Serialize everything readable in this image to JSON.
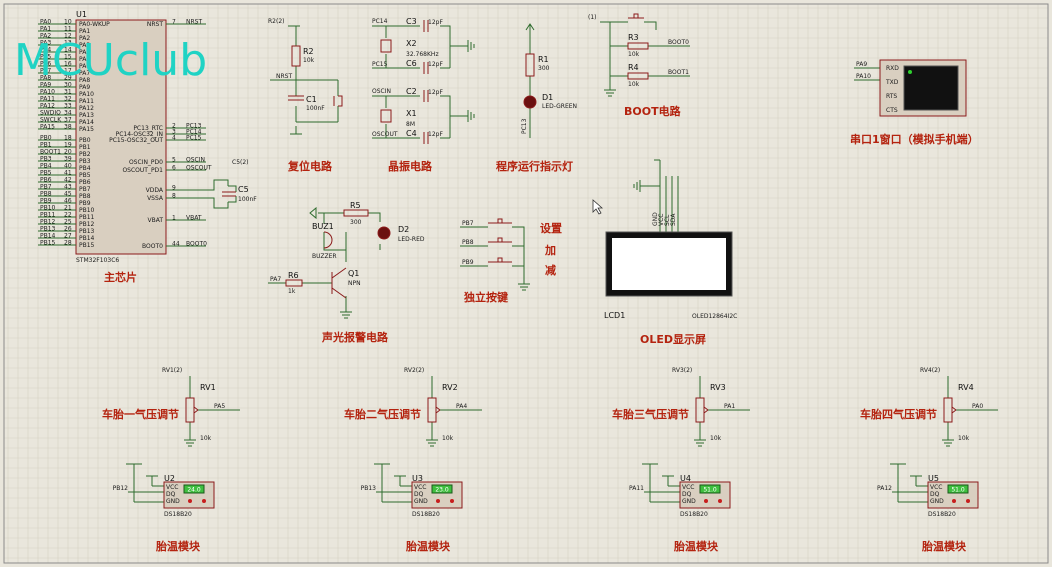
{
  "watermark": "MCUclub",
  "sections": {
    "main_chip": "主芯片",
    "reset": "复位电路",
    "crystal": "晶振电路",
    "run_led": "程序运行指示灯",
    "boot": "BOOT电路",
    "uart": "串口1窗口（模拟手机端）",
    "buzzer": "声光报警电路",
    "keys": "独立按键",
    "oled": "OLED显示屏",
    "tire1": "车胎一气压调节",
    "tire2": "车胎二气压调节",
    "tire3": "车胎三气压调节",
    "tire4": "车胎四气压调节",
    "temp": "胎温模块"
  },
  "mcu": {
    "ref": "U1",
    "part": "STM32F103C6",
    "left_pins": [
      {
        "name": "PA0",
        "num": "10",
        "label": "PA0-WKUP"
      },
      {
        "name": "PA1",
        "num": "11",
        "label": "PA1"
      },
      {
        "name": "PA2",
        "num": "12",
        "label": "PA2"
      },
      {
        "name": "PA3",
        "num": "13",
        "label": "PA3"
      },
      {
        "name": "PA4",
        "num": "14",
        "label": "PA4"
      },
      {
        "name": "PA5",
        "num": "15",
        "label": "PA5"
      },
      {
        "name": "PA6",
        "num": "16",
        "label": "PA6"
      },
      {
        "name": "PA7",
        "num": "17",
        "label": "PA7"
      },
      {
        "name": "PA8",
        "num": "29",
        "label": "PA8"
      },
      {
        "name": "PA9",
        "num": "30",
        "label": "PA9"
      },
      {
        "name": "PA10",
        "num": "31",
        "label": "PA10"
      },
      {
        "name": "PA11",
        "num": "32",
        "label": "PA11"
      },
      {
        "name": "PA12",
        "num": "33",
        "label": "PA12"
      },
      {
        "name": "SWDIO",
        "num": "34",
        "label": "PA13"
      },
      {
        "name": "SWCLK",
        "num": "37",
        "label": "PA14"
      },
      {
        "name": "PA15",
        "num": "38",
        "label": "PA15"
      },
      {
        "name": "PB0",
        "num": "18",
        "label": "PB0"
      },
      {
        "name": "PB1",
        "num": "19",
        "label": "PB1"
      },
      {
        "name": "BOOT1",
        "num": "20",
        "label": "PB2"
      },
      {
        "name": "PB3",
        "num": "39",
        "label": "PB3"
      },
      {
        "name": "PB4",
        "num": "40",
        "label": "PB4"
      },
      {
        "name": "PB5",
        "num": "41",
        "label": "PB5"
      },
      {
        "name": "PB6",
        "num": "42",
        "label": "PB6"
      },
      {
        "name": "PB7",
        "num": "43",
        "label": "PB7"
      },
      {
        "name": "PB8",
        "num": "45",
        "label": "PB8"
      },
      {
        "name": "PB9",
        "num": "46",
        "label": "PB9"
      },
      {
        "name": "PB10",
        "num": "21",
        "label": "PB10"
      },
      {
        "name": "PB11",
        "num": "22",
        "label": "PB11"
      },
      {
        "name": "PB12",
        "num": "25",
        "label": "PB12"
      },
      {
        "name": "PB13",
        "num": "26",
        "label": "PB13"
      },
      {
        "name": "PB14",
        "num": "27",
        "label": "PB14"
      },
      {
        "name": "PB15",
        "num": "28",
        "label": "PB15"
      }
    ],
    "right_pins": [
      {
        "label": "NRST",
        "num": "7",
        "net": "NRST"
      },
      {
        "label": "PC13_RTC",
        "num": "2",
        "net": "PC13"
      },
      {
        "label": "PC14-OSC32_IN",
        "num": "3",
        "net": "PC14"
      },
      {
        "label": "PC15-OSC32_OUT",
        "num": "4",
        "net": "PC15"
      },
      {
        "label": "OSCIN_PD0",
        "num": "5",
        "net": "OSCIN"
      },
      {
        "label": "OSCOUT_PD1",
        "num": "6",
        "net": "OSCOUT"
      },
      {
        "label": "VDDA",
        "num": "9",
        "net": ""
      },
      {
        "label": "VSSA",
        "num": "8",
        "net": ""
      },
      {
        "label": "VBAT",
        "num": "1",
        "net": "VBAT"
      },
      {
        "label": "BOOT0",
        "num": "44",
        "net": "BOOT0"
      }
    ],
    "c5": {
      "ref": "C5",
      "value": "100nF",
      "probe": "C5(2)"
    }
  },
  "reset": {
    "probe": "R2(2)",
    "r": "R2",
    "rv": "10k",
    "c": "C1",
    "cv": "100nF",
    "net": "NRST"
  },
  "crystal": {
    "c3": "C3",
    "c6": "C6",
    "c2": "C2",
    "c4": "C4",
    "cval": "12pF",
    "x2": "X2",
    "x2v": "32.768KHz",
    "x1": "X1",
    "x1v": "8M",
    "n1": "PC14",
    "n2": "PC15",
    "n3": "OSCIN",
    "n4": "OSCOUT"
  },
  "led": {
    "r": "R1",
    "rv": "300",
    "d": "D1",
    "dv": "LED-GREEN",
    "net": "PC13"
  },
  "boot": {
    "probe": "(1)",
    "r3": "R3",
    "r4": "R4",
    "rv": "10k",
    "n1": "BOOT0",
    "n2": "BOOT1"
  },
  "uart": {
    "pins": [
      "RXD",
      "TXD",
      "RTS",
      "CTS"
    ],
    "n1": "PA9",
    "n2": "PA10"
  },
  "buzzer": {
    "r5": "R5",
    "r5v": "300",
    "d2": "D2",
    "d2v": "LED-RED",
    "buz": "BUZ1",
    "buzv": "BUZZER",
    "r6": "R6",
    "r6v": "1k",
    "q": "Q1",
    "qv": "NPN",
    "net": "PA7"
  },
  "keys": {
    "nets": [
      "PB7",
      "PB8",
      "PB9"
    ],
    "labels": [
      "设置",
      "加",
      "减"
    ]
  },
  "oled": {
    "ref": "LCD1",
    "part": "OLED12864I2C",
    "pins": [
      "GND",
      "VCC",
      "SCL",
      "SDA"
    ]
  },
  "pots": [
    {
      "ref": "RV1",
      "probe": "RV1(2)",
      "net": "PA5",
      "val": "10k"
    },
    {
      "ref": "RV2",
      "probe": "RV2(2)",
      "net": "PA4",
      "val": "10k"
    },
    {
      "ref": "RV3",
      "probe": "RV3(2)",
      "net": "PA1",
      "val": "10k"
    },
    {
      "ref": "RV4",
      "probe": "RV4(2)",
      "net": "PA0",
      "val": "10k"
    }
  ],
  "sensors": [
    {
      "ref": "U2",
      "net": "PB12",
      "reading": "24.0",
      "part": "DS18B20"
    },
    {
      "ref": "U3",
      "net": "PB13",
      "reading": "23.0",
      "part": "DS18B20"
    },
    {
      "ref": "U4",
      "net": "PA11",
      "reading": "51.0",
      "part": "DS18B20"
    },
    {
      "ref": "U5",
      "net": "PA12",
      "reading": "51.0",
      "part": "DS18B20"
    }
  ],
  "sensor_pins": [
    "VCC",
    "DQ",
    "GND"
  ],
  "colors": {
    "wire": "#2d6b2d",
    "component": "#8b1a1a",
    "title": "#b4230f",
    "watermark": "#1fd3c4",
    "background": "#e9e6dc"
  }
}
